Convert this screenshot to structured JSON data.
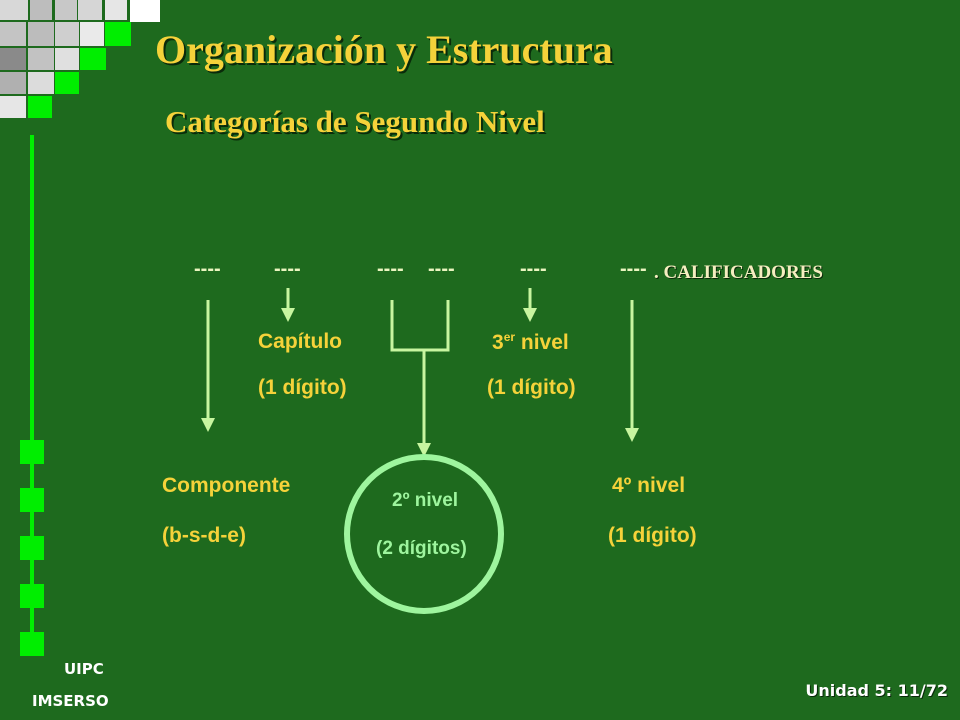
{
  "slide": {
    "title": "Organización y Estructura",
    "subtitle": "Categorías de Segundo Nivel"
  },
  "diagram": {
    "dashes": [
      "----",
      "----",
      "----",
      "----",
      "----",
      "----"
    ],
    "qualifier_text": ". CALIFICADORES",
    "chapter": {
      "label": "Capítulo",
      "detail": "(1 dígito)"
    },
    "third_level": {
      "number": "3",
      "superscript": "er",
      "word": "nivel",
      "detail": "(1 dígito)"
    },
    "component": {
      "label": "Componente",
      "detail": "(b-s-d-e)"
    },
    "second_level": {
      "label": "2º nivel",
      "detail": "(2 dígitos)"
    },
    "fourth_level": {
      "label": "4º nivel",
      "detail": "(1 dígito)"
    }
  },
  "footer": {
    "org_line1": "UIPC",
    "org_line2": "IMSERSO",
    "page_label": "Unidad 5: 11/72"
  },
  "colors": {
    "background": "#1e6a1e",
    "title": "#f5d23a",
    "arrows": "#c8f5a0",
    "accent_green": "#00ee00",
    "circle": "#9ef59e"
  }
}
